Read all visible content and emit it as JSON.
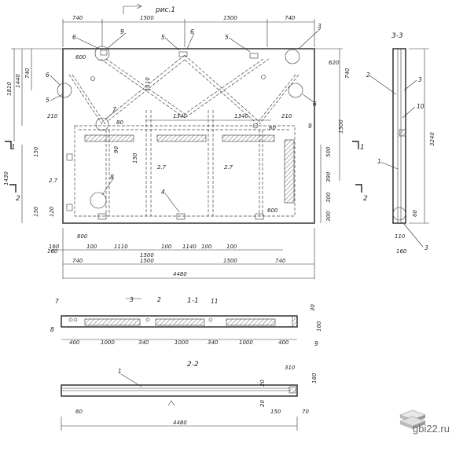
{
  "drawing": {
    "figure_label": "рис.1",
    "sections": {
      "s11": "1-1",
      "s22": "2-2",
      "s33": "3-3",
      "mark1": "1",
      "mark2": "2"
    },
    "top_dims": [
      "740",
      "1500",
      "1500",
      "740"
    ],
    "left_dims": [
      "1810",
      "1440",
      "740",
      "1110"
    ],
    "right_dims": [
      "740",
      "1500",
      "620"
    ],
    "inner_dims": [
      "1340",
      "1340",
      "210",
      "210",
      "60",
      "80",
      "1110"
    ],
    "lower_left_dims": [
      "150",
      "1430",
      "150",
      "120",
      "600",
      "160"
    ],
    "mid_labels": [
      "2.7",
      "2.7",
      "2.7",
      "150",
      "90"
    ],
    "right_side_dims": [
      "500",
      "390",
      "300",
      "300",
      "600"
    ],
    "bottom_row1": [
      "160",
      "100",
      "1110",
      "1500",
      "100",
      "1140",
      "100",
      "100"
    ],
    "bottom_row2": [
      "740",
      "1500",
      "1500",
      "740"
    ],
    "bottom_total": "4480",
    "marks": [
      "6",
      "9",
      "5",
      "6",
      "5",
      "3",
      "6",
      "5",
      "7",
      "6",
      "4",
      "8",
      "9",
      "3",
      "2",
      "1",
      "3",
      "10"
    ],
    "section33_dims": [
      "3240",
      "60",
      "110",
      "160"
    ],
    "section11_marks": [
      "7",
      "3",
      "2",
      "11",
      "8",
      "9"
    ],
    "section11_dims": [
      "400",
      "1000",
      "340",
      "1000",
      "340",
      "1000",
      "400",
      "30",
      "160"
    ],
    "section22_marks": [
      "1"
    ],
    "section22_dims": [
      "310",
      "60",
      "20",
      "20",
      "150",
      "70",
      "4480",
      "160"
    ]
  },
  "brand": {
    "site": "gbi22.ru",
    "logo_icon": "stacked-slabs-icon"
  }
}
